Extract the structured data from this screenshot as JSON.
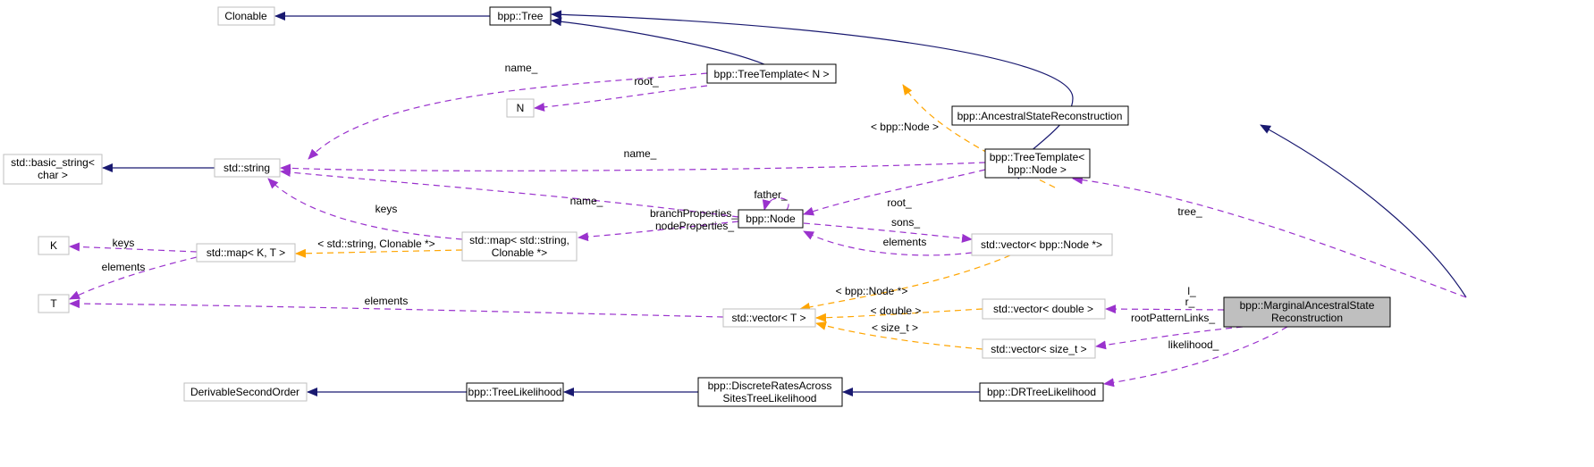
{
  "colors": {
    "inheritance": "#191970",
    "usage": "#9a32cd",
    "template": "#ffa500",
    "focus_fill": "#bfbfbf"
  },
  "nodes": {
    "clonable": "Clonable",
    "tree": "bpp::Tree",
    "tree_template_n": "bpp::TreeTemplate< N >",
    "n": "N",
    "basic_string": [
      "std::basic_string<",
      "char >"
    ],
    "string": "std::string",
    "asr": "bpp::AncestralStateReconstruction",
    "tree_template_node": [
      "bpp::TreeTemplate<",
      "bpp::Node >"
    ],
    "node": "bpp::Node",
    "map_string": [
      "std::map< std::string,",
      "Clonable *>"
    ],
    "k": "K",
    "map_kt": "std::map< K, T >",
    "vector_node": "std::vector< bpp::Node *>",
    "t": "T",
    "vector_t": "std::vector< T >",
    "vector_double": "std::vector< double >",
    "vector_size_t": "std::vector< size_t >",
    "marginal": [
      "bpp::MarginalAncestralState",
      "Reconstruction"
    ],
    "derivable": "DerivableSecondOrder",
    "tree_likelihood": "bpp::TreeLikelihood",
    "drastl": [
      "bpp::DiscreteRatesAcross",
      "SitesTreeLikelihood"
    ],
    "drtl": "bpp::DRTreeLikelihood"
  },
  "edge_labels": {
    "name1": "name_",
    "root1": "root_",
    "bpp_node_tpl": "< bpp::Node >",
    "name2": "name_",
    "name3": "name_",
    "root2": "root_",
    "father": "father_",
    "keys1": "keys",
    "branch": "branchProperties_",
    "nodeprops": "nodeProperties_",
    "sons": "sons_",
    "elements1": "elements",
    "keys2": "keys",
    "elements2": "elements",
    "string_clonable": "< std::string, Clonable *>",
    "tree": "tree_",
    "node_ptr": "< bpp::Node *>",
    "elements3": "elements",
    "l": "l_",
    "r": "r_",
    "double": "< double >",
    "rpl": "rootPatternLinks_",
    "size_t": "< size_t >",
    "likelihood": "likelihood_"
  }
}
